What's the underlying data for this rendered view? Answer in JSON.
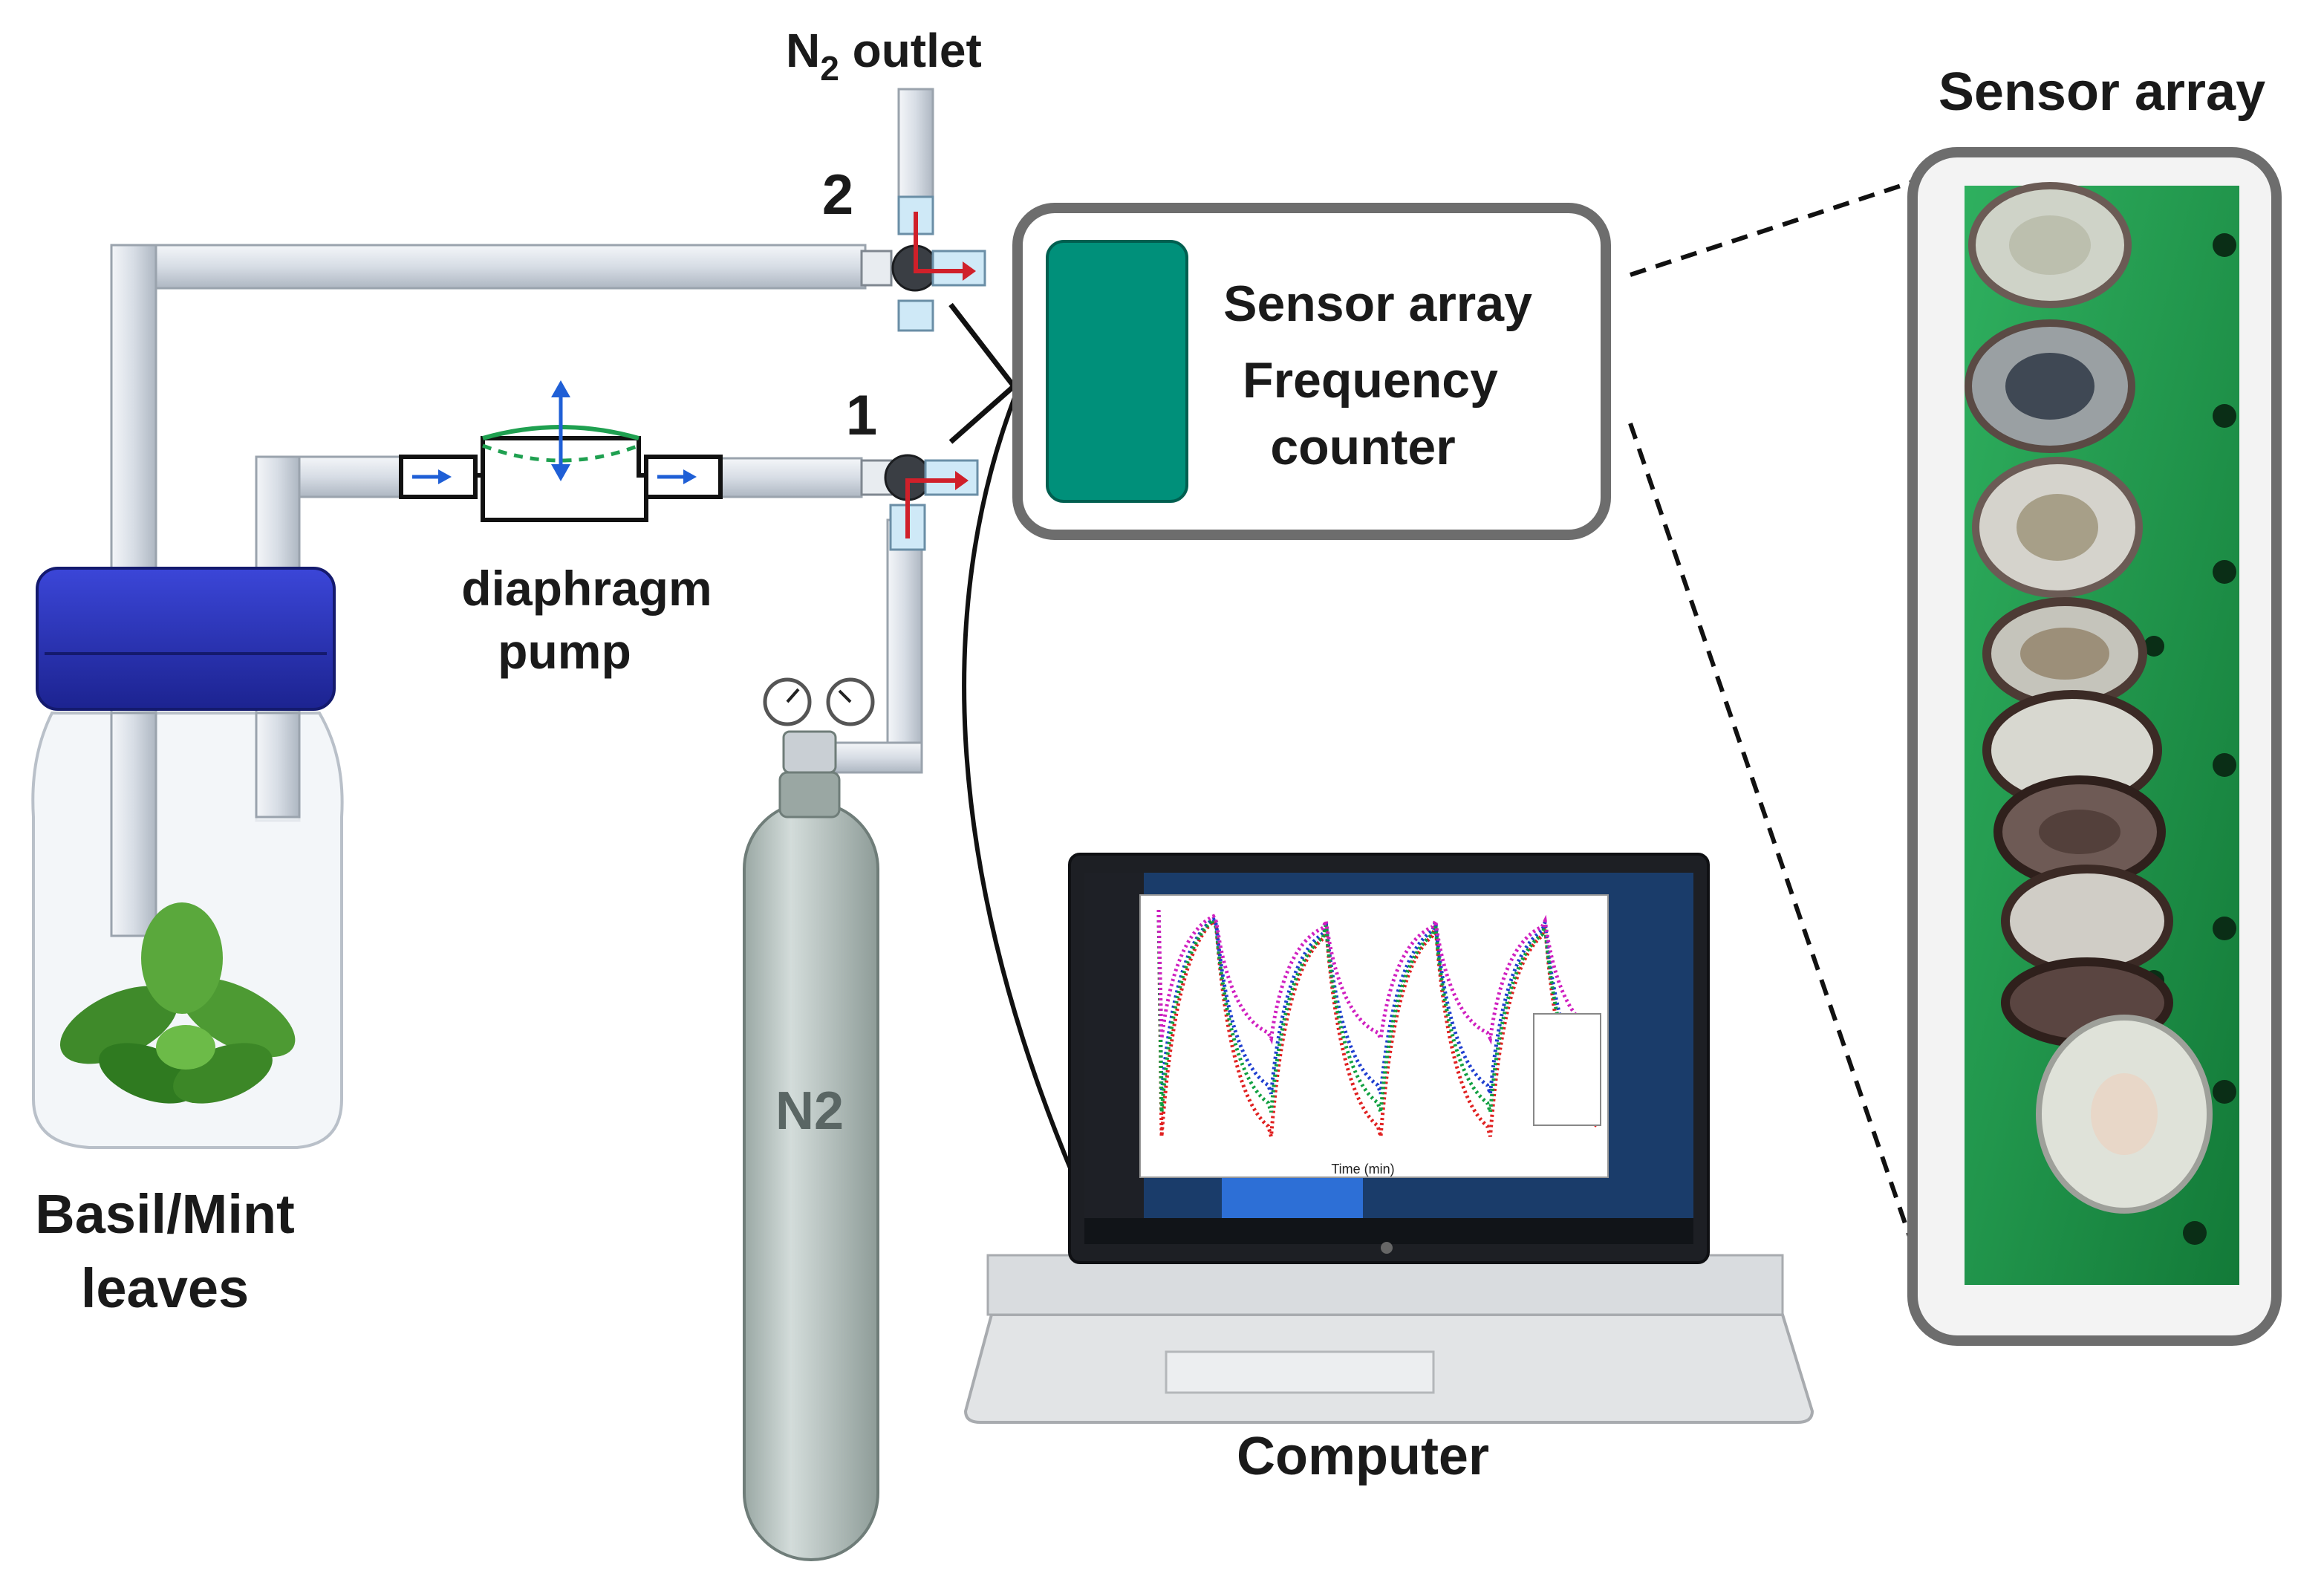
{
  "labels": {
    "n2_outlet_main": "N",
    "n2_outlet_sub": "2",
    "n2_outlet_rest": " outlet",
    "valve_1": "1",
    "valve_2": "2",
    "pump_line1": "diaphragm",
    "pump_line2": "pump",
    "jar_line1": "Basil/Mint",
    "jar_line2": "leaves",
    "cylinder": "N2",
    "box_line1": "Sensor array",
    "box_line2": "Frequency",
    "box_line3": "counter",
    "computer": "Computer",
    "photo_title": "Sensor array"
  },
  "colors": {
    "teal": "#00907a",
    "jar_lid": "#2730b8",
    "tube": "#dfe4ea",
    "cylinder": "#b9c6c3",
    "flow_arrow": "#d0202a",
    "pump_arrow": "#1f5fd6",
    "board": "#1f9a4c"
  },
  "chart_data": {
    "type": "line",
    "title": "",
    "xlabel": "Time (min)",
    "ylabel": "",
    "xlim": [
      0,
      25
    ],
    "ylim": [
      -400,
      0
    ],
    "series": [
      {
        "color": "#e02020",
        "values": [
          0,
          -370,
          -30,
          -370,
          -25,
          -370,
          -25,
          -370,
          -25
        ]
      },
      {
        "color": "#1f3fd0",
        "values": [
          0,
          -300,
          -25,
          -300,
          -20,
          -300,
          -20,
          -300,
          -20
        ]
      },
      {
        "color": "#10a040",
        "values": [
          0,
          -330,
          -30,
          -330,
          -25,
          -330,
          -25,
          -330,
          -25
        ]
      },
      {
        "color": "#d020c0",
        "values": [
          0,
          -210,
          -20,
          -210,
          -18,
          -210,
          -18,
          -210,
          -18
        ]
      }
    ]
  }
}
